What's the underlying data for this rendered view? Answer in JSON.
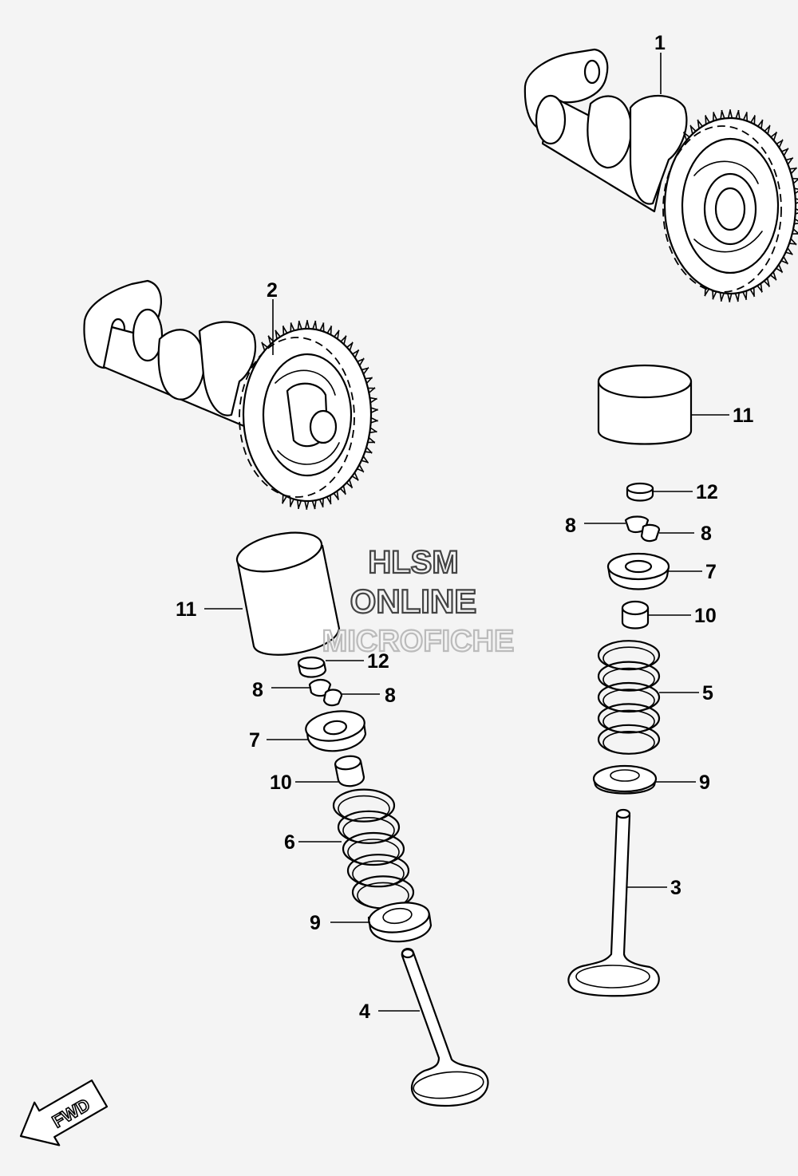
{
  "callouts": {
    "c1": "1",
    "c2": "2",
    "c3": "3",
    "c4": "4",
    "c5": "5",
    "c6": "6",
    "c7a": "7",
    "c7b": "7",
    "c8a": "8",
    "c8b": "8",
    "c8c": "8",
    "c8d": "8",
    "c9a": "9",
    "c9b": "9",
    "c10a": "10",
    "c10b": "10",
    "c11a": "11",
    "c11b": "11",
    "c12a": "12",
    "c12b": "12"
  },
  "watermark": {
    "line1": "HLSM",
    "line2": "ONLINE",
    "line3": "MICROFICHE"
  },
  "fwd_label": "FWD",
  "colors": {
    "background": "#f4f4f4",
    "line": "#000000",
    "watermark": "#bbbbbb"
  }
}
